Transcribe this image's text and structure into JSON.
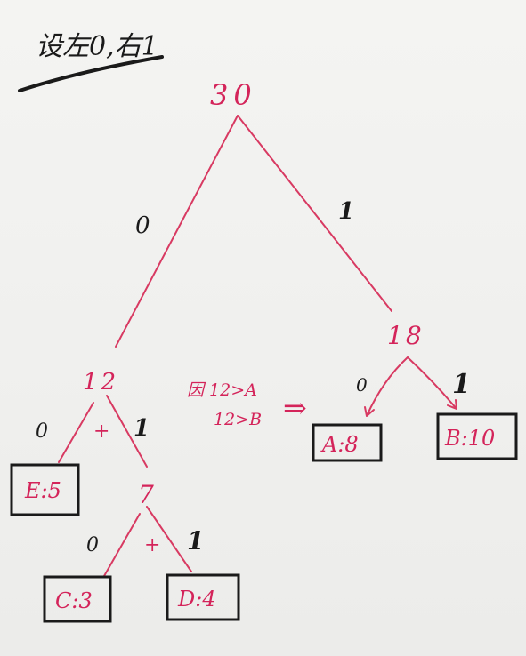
{
  "title": "设左0,右1",
  "nodes": {
    "root": "30",
    "left": "12",
    "right": "18",
    "lr": "7",
    "leaf_e": "E:5",
    "leaf_c": "C:3",
    "leaf_d": "D:4",
    "leaf_a": "A:8",
    "leaf_b": "B:10"
  },
  "edge_labels": {
    "root_left": "0",
    "root_right": "1",
    "n12_left": "0",
    "n12_right": "1",
    "n7_left": "0",
    "n7_right": "1",
    "n18_left": "0",
    "n18_right": "1"
  },
  "plus_signs": {
    "n12": "+",
    "n7": "+"
  },
  "note": {
    "line1": "因 12>A",
    "line2": "12>B",
    "arrow": "⇒"
  },
  "colors": {
    "ink_black": "#1a1a1a",
    "ink_red": "#d4245a",
    "paper": "#f2f2f0"
  }
}
